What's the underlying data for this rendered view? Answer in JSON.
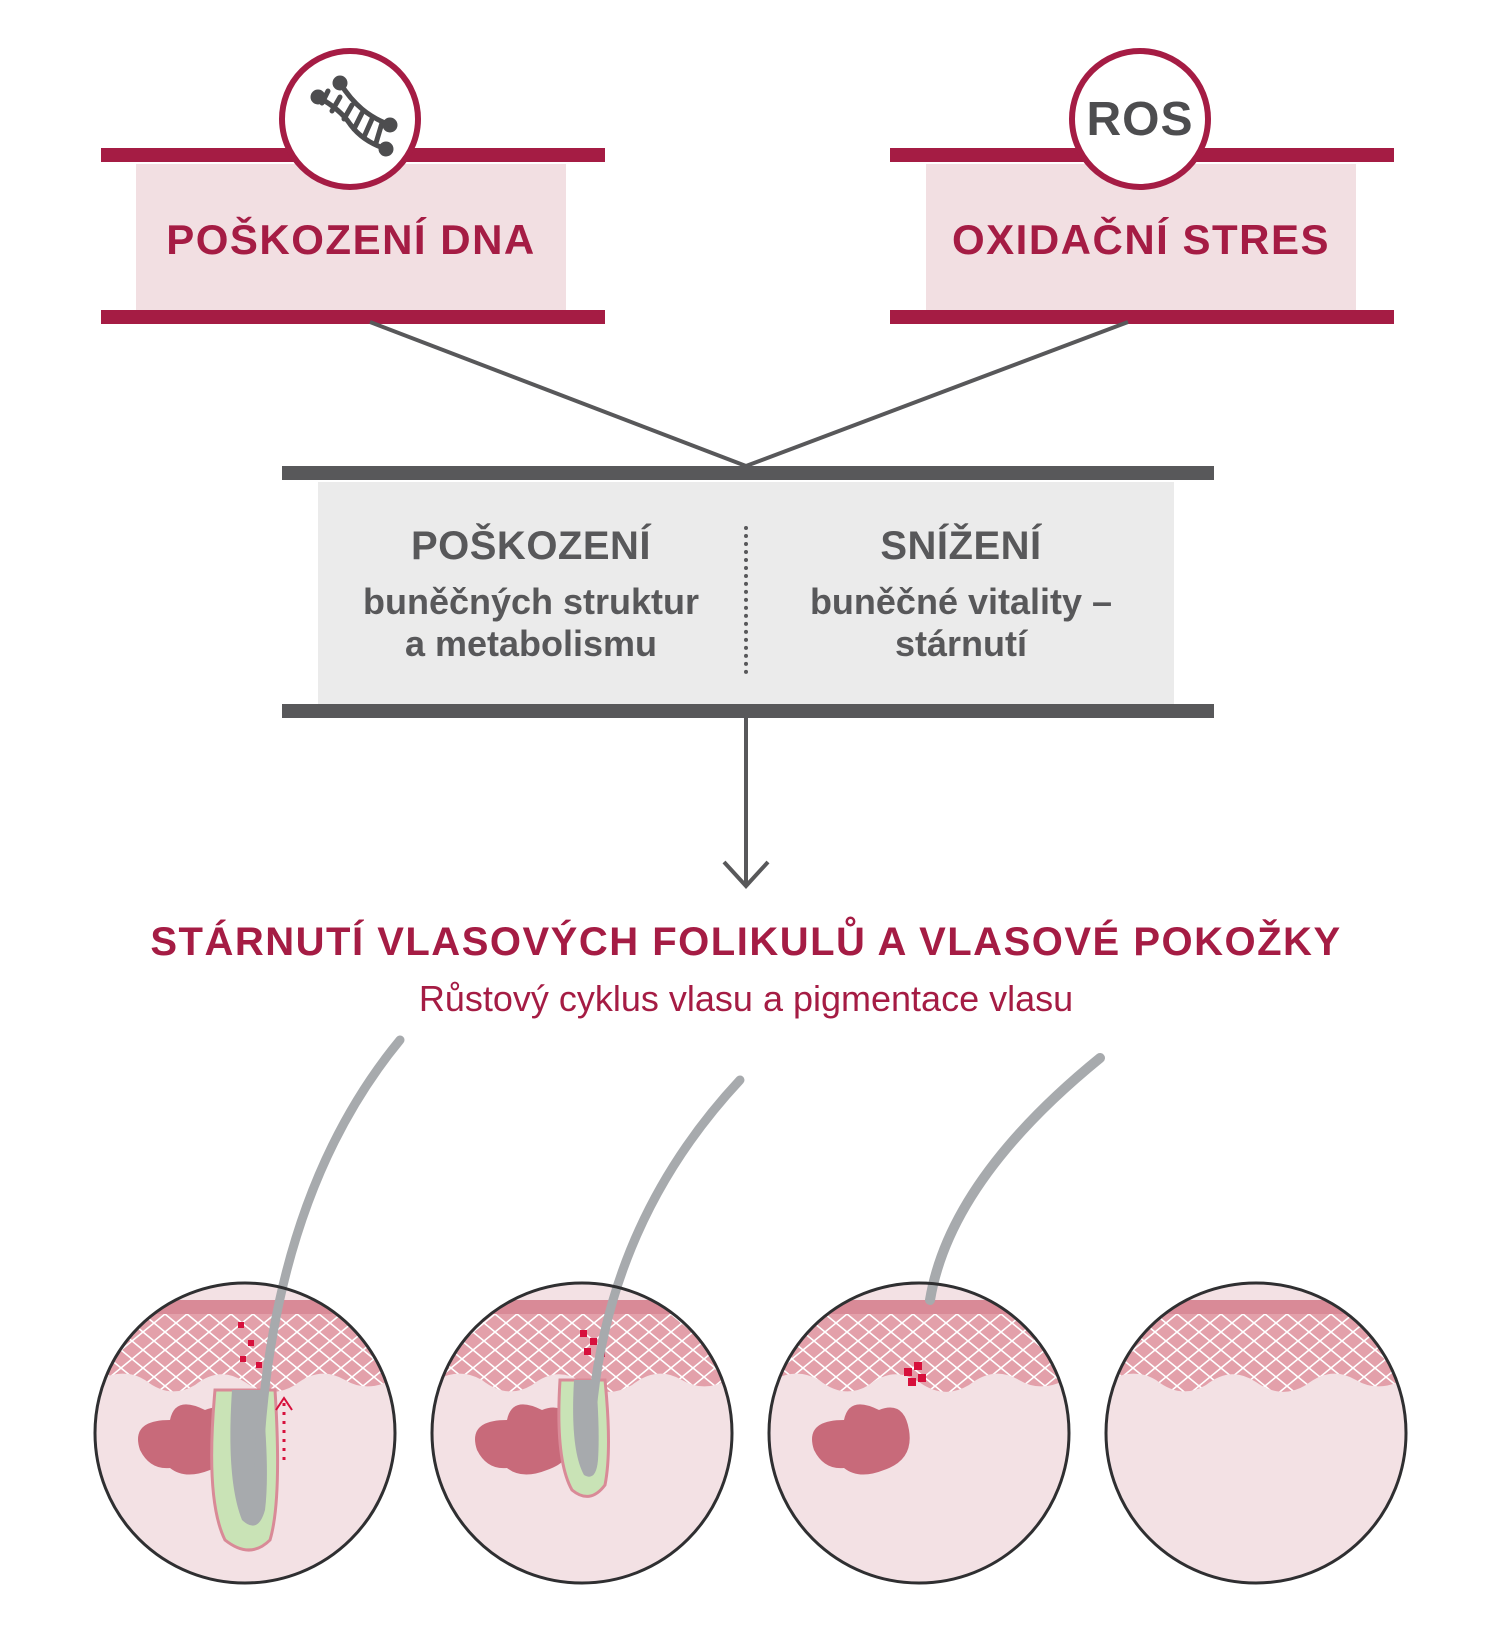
{
  "causes": {
    "dna": {
      "label": "POŠKOZENÍ DNA",
      "icon": "dna-icon"
    },
    "ros": {
      "label": "OXIDAČNÍ STRES",
      "icon_text": "ROS"
    }
  },
  "effects": {
    "left": {
      "heading": "POŠKOZENÍ",
      "line1": "buněčných struktur",
      "line2": "a metabolismu"
    },
    "right": {
      "heading": "SNÍŽENÍ",
      "line1": "buněčné vitality –",
      "line2": "stárnutí"
    }
  },
  "result": {
    "title": "STÁRNUTÍ VLASOVÝCH FOLIKULŮ A VLASOVÉ POKOŽKY",
    "subtitle": "Růstový cyklus vlasu a pigmentace vlasu"
  },
  "colors": {
    "accent": "#a51c44",
    "pink_fill": "#f2dfe2",
    "grey_bar": "#58585a",
    "grey_fill": "#ebebeb",
    "skin": "#e8a9b2",
    "hair": "#a7aaad"
  },
  "stages": [
    "follicle-stage-1",
    "follicle-stage-2",
    "follicle-stage-3",
    "follicle-stage-4"
  ]
}
